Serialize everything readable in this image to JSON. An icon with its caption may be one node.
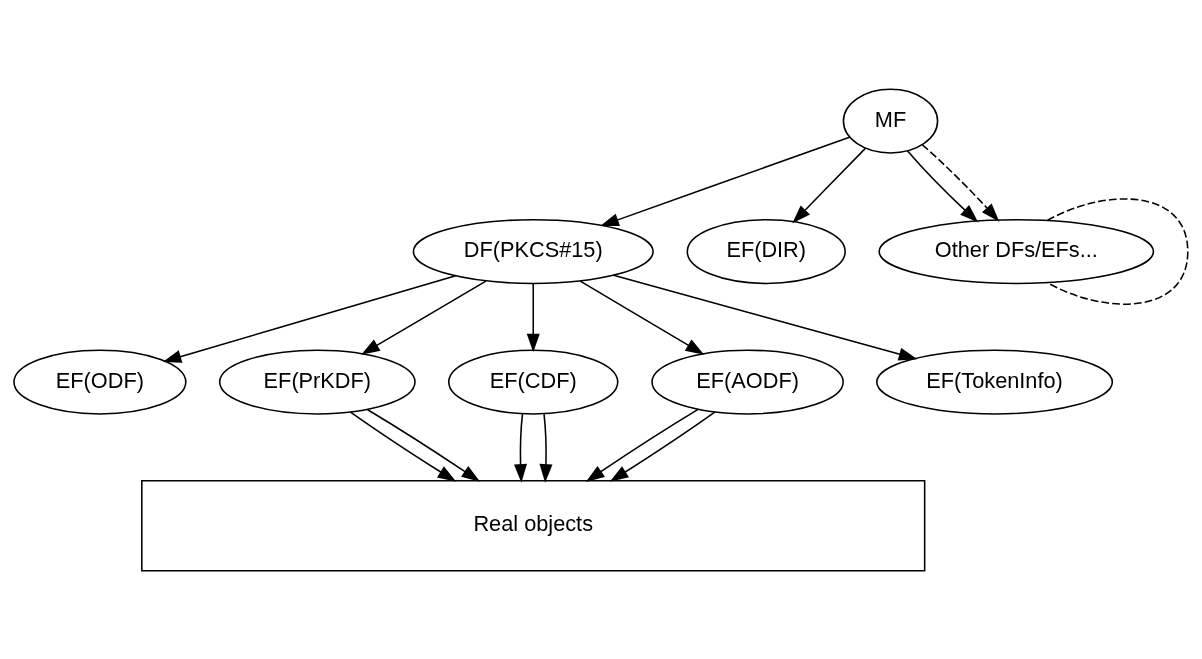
{
  "diagram": {
    "nodes": [
      {
        "text": [
          "MF"
        ]
      },
      {
        "text": [
          "DF(PKCS#15)"
        ]
      },
      {
        "text": [
          "EF(DIR)"
        ]
      },
      {
        "text": [
          "Other DFs/EFs..."
        ]
      },
      {
        "text": [
          "EF(ODF)"
        ]
      },
      {
        "text": [
          "EF(PrKDF)"
        ]
      },
      {
        "text": [
          "EF(CDF)"
        ]
      },
      {
        "text": [
          "EF(AODF)"
        ]
      },
      {
        "text": [
          "EF(TokenInfo)"
        ]
      },
      {
        "text": [
          "Real objects"
        ]
      }
    ],
    "edges": [
      {
        "from": 0,
        "to": 1,
        "arrow": "to"
      },
      {
        "from": 0,
        "to": 2,
        "arrow": "to"
      },
      {
        "from": 0,
        "to": 3,
        "arrow": "to"
      },
      {
        "from": 0,
        "to": 3,
        "arrow": "to",
        "style": "dashed"
      },
      {
        "from": 3,
        "to": 3,
        "arrow": "none",
        "style": "dashed"
      },
      {
        "from": 1,
        "to": 4,
        "arrow": "to"
      },
      {
        "from": 1,
        "to": 5,
        "arrow": "to"
      },
      {
        "from": 1,
        "to": 6,
        "arrow": "to"
      },
      {
        "from": 1,
        "to": 7,
        "arrow": "to"
      },
      {
        "from": 1,
        "to": 8,
        "arrow": "to"
      },
      {
        "from": 5,
        "to": 9,
        "arrow": "to"
      },
      {
        "from": 5,
        "to": 9,
        "arrow": "to"
      },
      {
        "from": 6,
        "to": 9,
        "arrow": "to"
      },
      {
        "from": 6,
        "to": 9,
        "arrow": "to"
      },
      {
        "from": 7,
        "to": 9,
        "arrow": "to"
      },
      {
        "from": 7,
        "to": 9,
        "arrow": "to"
      }
    ]
  }
}
